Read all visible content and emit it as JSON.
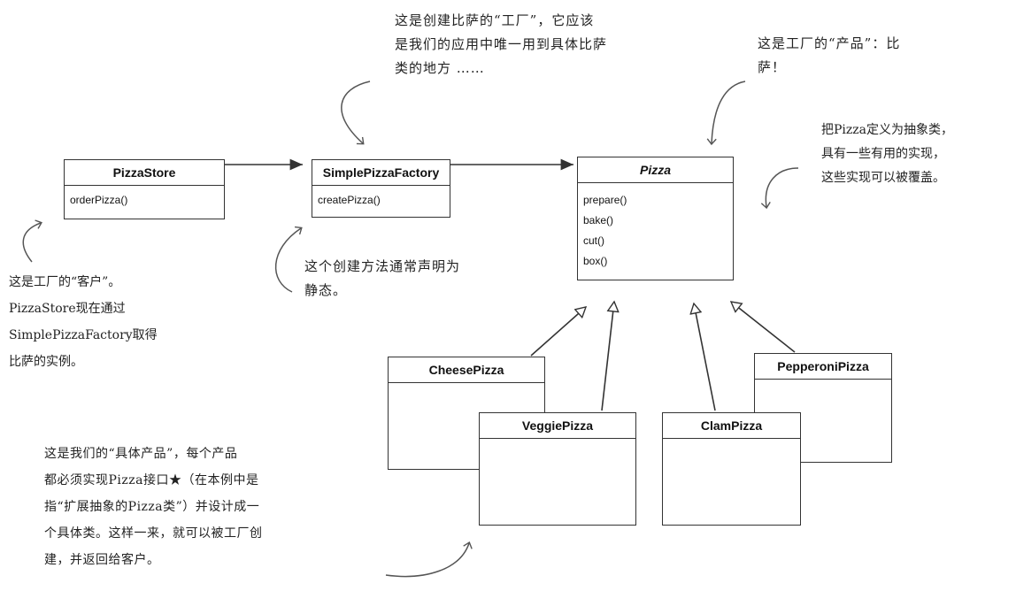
{
  "classes": {
    "pizza_store": {
      "name": "PizzaStore",
      "methods": [
        "orderPizza()"
      ]
    },
    "simple_factory": {
      "name": "SimplePizzaFactory",
      "methods": [
        "createPizza()"
      ]
    },
    "pizza": {
      "name": "Pizza",
      "methods": [
        "prepare()",
        "bake()",
        "cut()",
        "box()"
      ]
    },
    "cheese": {
      "name": "CheesePizza"
    },
    "veggie": {
      "name": "VeggiePizza"
    },
    "clam": {
      "name": "ClamPizza"
    },
    "pepperoni": {
      "name": "PepperoniPizza"
    }
  },
  "notes": {
    "factory": [
      "这是创建比萨的“工厂”，它应该",
      "是我们的应用中唯一用到具体比萨",
      "类的地方 ……"
    ],
    "product": [
      "这是工厂的“产品”：比",
      "萨！"
    ],
    "abstract": [
      "把Pizza定义为抽象类，",
      "具有一些有用的实现，",
      "这些实现可以被覆盖。"
    ],
    "client": [
      "这是工厂的“客户”。",
      "PizzaStore现在通过",
      "SimplePizzaFactory取得",
      "比萨的实例。"
    ],
    "static": [
      "这个创建方法通常声明为",
      "静态。"
    ],
    "concrete": [
      "这是我们的“具体产品”，每个产品",
      "都必须实现Pizza接口★（在本例中是",
      "指“扩展抽象的Pizza类”）并设计成一",
      "个具体类。这样一来，就可以被工厂创",
      "建，并返回给客户。"
    ]
  }
}
